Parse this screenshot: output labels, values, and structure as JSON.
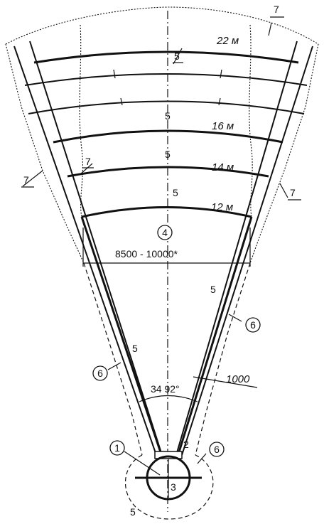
{
  "labels": {
    "l7_top": "7",
    "l7_left_mid": "7",
    "l7_left": "7",
    "l7_right": "7",
    "l5_22": "5",
    "l5_16": "5",
    "l5_14": "5",
    "l5_12": "5",
    "l5_right": "5",
    "l5_left": "5",
    "l5_bottom": "5",
    "l2": "2",
    "l3": "3"
  },
  "distances": {
    "d22": "22 м",
    "d16": "16 м",
    "d14": "14 м",
    "d12": "12 м"
  },
  "callouts": {
    "c4": "4",
    "c6_right": "6",
    "c6_left": "6",
    "c1": "1",
    "c6_bottom": "6"
  },
  "dimensions": {
    "width_range": "8500 - 10000*",
    "angle": "34 92°",
    "offset": "1000"
  }
}
